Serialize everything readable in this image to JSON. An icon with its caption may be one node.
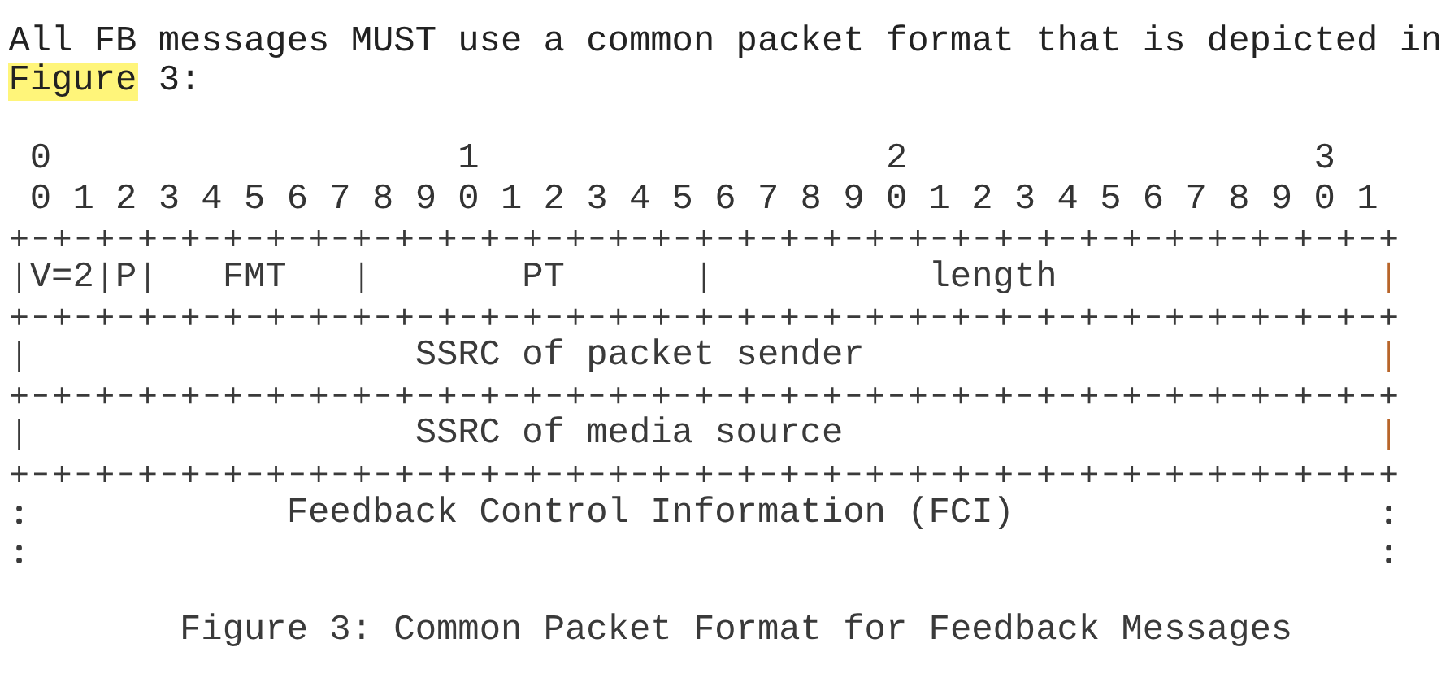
{
  "diagram": {
    "caption": "Figure 3: Common Packet Format for Feedback Messages",
    "nodes": [
      {
        "text": [
          "V=2"
        ]
      },
      {
        "text": [
          "P"
        ]
      },
      {
        "text": [
          "FMT"
        ]
      },
      {
        "text": [
          "PT"
        ]
      },
      {
        "text": [
          "length"
        ]
      },
      {
        "text": [
          "SSRC of packet sender"
        ]
      },
      {
        "text": [
          "SSRC of media source"
        ]
      },
      {
        "text": [
          "Feedback Control Information (FCI)"
        ]
      }
    ],
    "labels": [
      "All FB messages MUST use a common packet format that is depicted in Figure 3:",
      "0",
      "1",
      "2",
      "3",
      "0 1 2 3 4 5 6 7 8 9 0 1 2 3 4 5 6 7 8 9 0 1 2 3 4 5 6 7 8 9 0 1"
    ]
  }
}
